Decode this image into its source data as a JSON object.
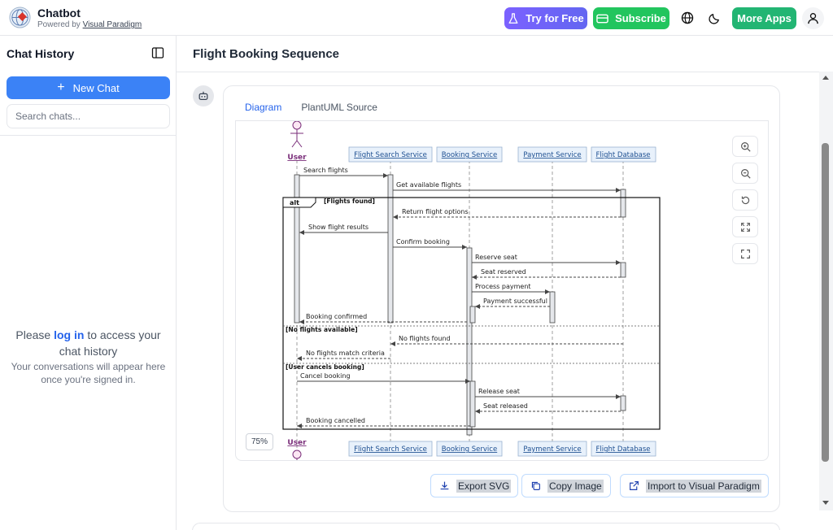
{
  "header": {
    "app_title": "Chatbot",
    "powered_prefix": "Powered by ",
    "powered_link": "Visual Paradigm",
    "try_label": "Try for Free",
    "subscribe_label": "Subscribe",
    "more_apps_label": "More Apps",
    "icons": [
      "flask-icon",
      "credit-card-icon",
      "globe-icon",
      "moon-icon",
      "user-icon"
    ]
  },
  "sidebar": {
    "title": "Chat History",
    "new_chat_label": "New Chat",
    "search_placeholder": "Search chats...",
    "login_prefix": "Please ",
    "login_link": "log in",
    "login_suffix": " to access your chat history",
    "login_sub": "Your conversations will appear here once you're signed in."
  },
  "main": {
    "title": "Flight Booking Sequence",
    "tabs": [
      {
        "label": "Diagram",
        "active": true
      },
      {
        "label": "PlantUML Source",
        "active": false
      }
    ],
    "zoom_level": "75%",
    "actions": [
      {
        "label": "Export SVG",
        "icon": "download-icon"
      },
      {
        "label": "Copy Image",
        "icon": "copy-icon"
      },
      {
        "label": "Import to Visual Paradigm",
        "icon": "external-link-icon"
      }
    ]
  },
  "diagram": {
    "actor": "User",
    "participants": [
      "Flight Search Service",
      "Booking Service",
      "Payment Service",
      "Flight Database"
    ],
    "messages": [
      "Search flights",
      "Get available flights",
      "Return flight options",
      "Show flight results",
      "Confirm booking",
      "Reserve seat",
      "Seat reserved",
      "Process payment",
      "Payment successful",
      "Booking confirmed",
      "No flights found",
      "No flights match criteria",
      "Cancel booking",
      "Release seat",
      "Seat released",
      "Booking cancelled"
    ],
    "fragment": {
      "operator": "alt",
      "guards": [
        "[Flights found]",
        "[No flights available]",
        "[User cancels booking]"
      ]
    }
  },
  "colors": {
    "accent": "#3b82f6",
    "try_gradient_start": "#7b61ff",
    "subscribe": "#22c55e",
    "more_apps": "#22b573",
    "participant_fill": "#e8f1fb",
    "participant_text": "#1d4f91",
    "actor_color": "#7a2e7a"
  }
}
